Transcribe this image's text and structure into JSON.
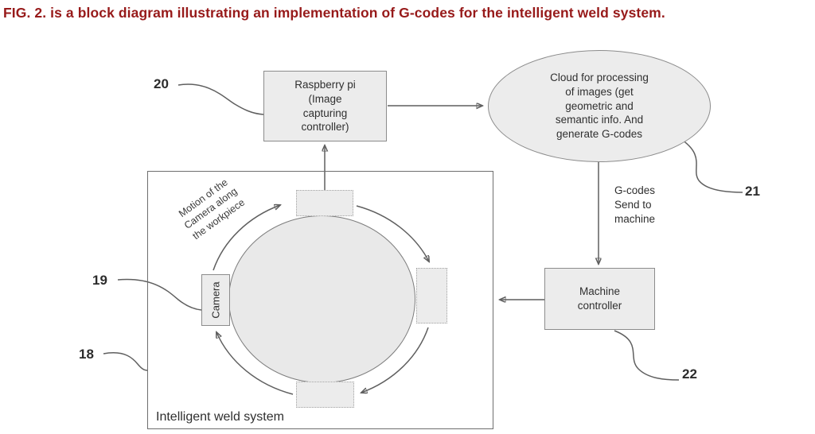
{
  "title": "FIG. 2. is a block diagram illustrating an implementation of G-codes for the intelligent weld system.",
  "colors": {
    "caption": "#971a1a",
    "box_fill": "#ececec",
    "box_border": "#8c8c8c",
    "connector": "#5f5f5f",
    "text": "#2f2f2f"
  },
  "nodes": {
    "raspberry_pi": {
      "lines": [
        "Raspberry pi",
        "(Image",
        "capturing",
        "controller)"
      ],
      "ref": "20"
    },
    "cloud": {
      "lines": [
        "Cloud for processing",
        "of images (get",
        "geometric and",
        "semantic info. And",
        "generate G-codes"
      ],
      "ref": "21"
    },
    "machine_controller": {
      "lines": [
        "Machine",
        "controller"
      ],
      "ref": "22"
    },
    "weld_system": {
      "label": "Intelligent weld system",
      "ref": "18"
    },
    "camera": {
      "label": "Camera",
      "ref": "19"
    }
  },
  "annotations": {
    "gcodes_flow": [
      "G-codes",
      "Send to",
      "machine"
    ],
    "camera_motion": [
      "Motion of the",
      "Camera along",
      "the workpiece"
    ]
  },
  "refs": {
    "r18": "18",
    "r19": "19",
    "r20": "20",
    "r21": "21",
    "r22": "22"
  }
}
